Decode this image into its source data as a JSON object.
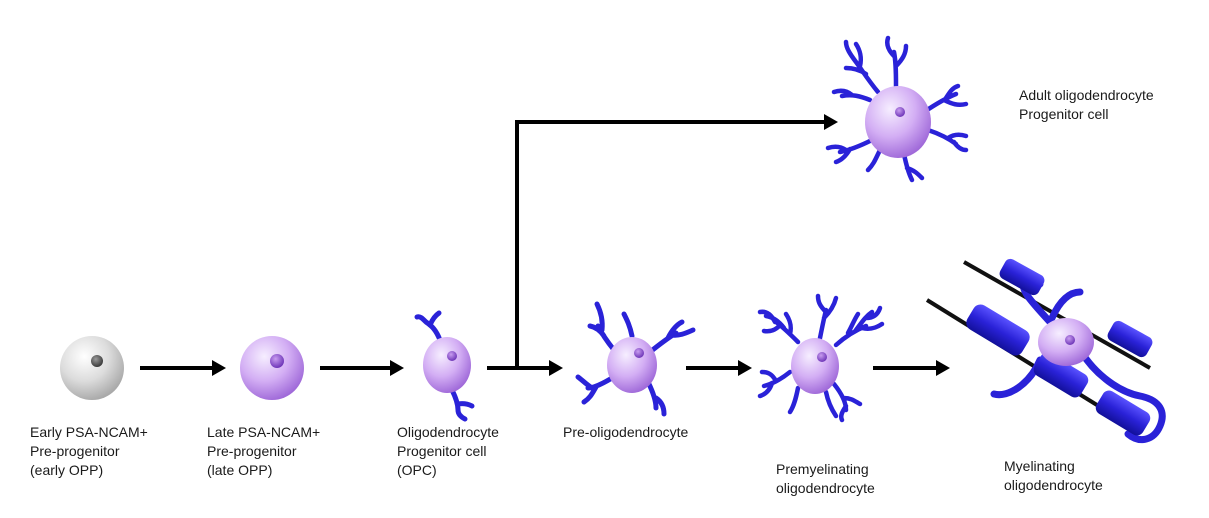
{
  "colors": {
    "process": "#2a22d8",
    "process_dark": "#14109a",
    "body_light": "#f2e6ff",
    "body_mid": "#cfa8f2",
    "body_dark": "#9a64d8",
    "nucleus": "#8a4fd0",
    "early_body": "#cfcfcf",
    "arrow": "#000000"
  },
  "stages": [
    {
      "id": "early-opp",
      "lines": [
        "Early PSA-NCAM+",
        "Pre-progenitor",
        "(early OPP)"
      ],
      "icon": "grey-round-cell-icon"
    },
    {
      "id": "late-opp",
      "lines": [
        "Late PSA-NCAM+",
        "Pre-progenitor",
        "(late OPP)"
      ],
      "icon": "purple-round-cell-icon"
    },
    {
      "id": "opc",
      "lines": [
        "Oligodendrocyte",
        "Progenitor cell",
        "(OPC)"
      ],
      "icon": "bipolar-cell-icon"
    },
    {
      "id": "pre-oligo",
      "lines": [
        "Pre-oligodendrocyte"
      ],
      "icon": "branched-cell-icon"
    },
    {
      "id": "premyelinating",
      "lines": [
        "Premyelinating",
        "oligodendrocyte"
      ],
      "icon": "highly-branched-cell-icon"
    },
    {
      "id": "myelinating",
      "lines": [
        "Myelinating",
        "oligodendrocyte"
      ],
      "icon": "myelinating-cell-icon"
    },
    {
      "id": "adult-opc",
      "lines": [
        "Adult oligodendrocyte",
        "Progenitor cell"
      ],
      "icon": "adult-progenitor-cell-icon"
    }
  ]
}
